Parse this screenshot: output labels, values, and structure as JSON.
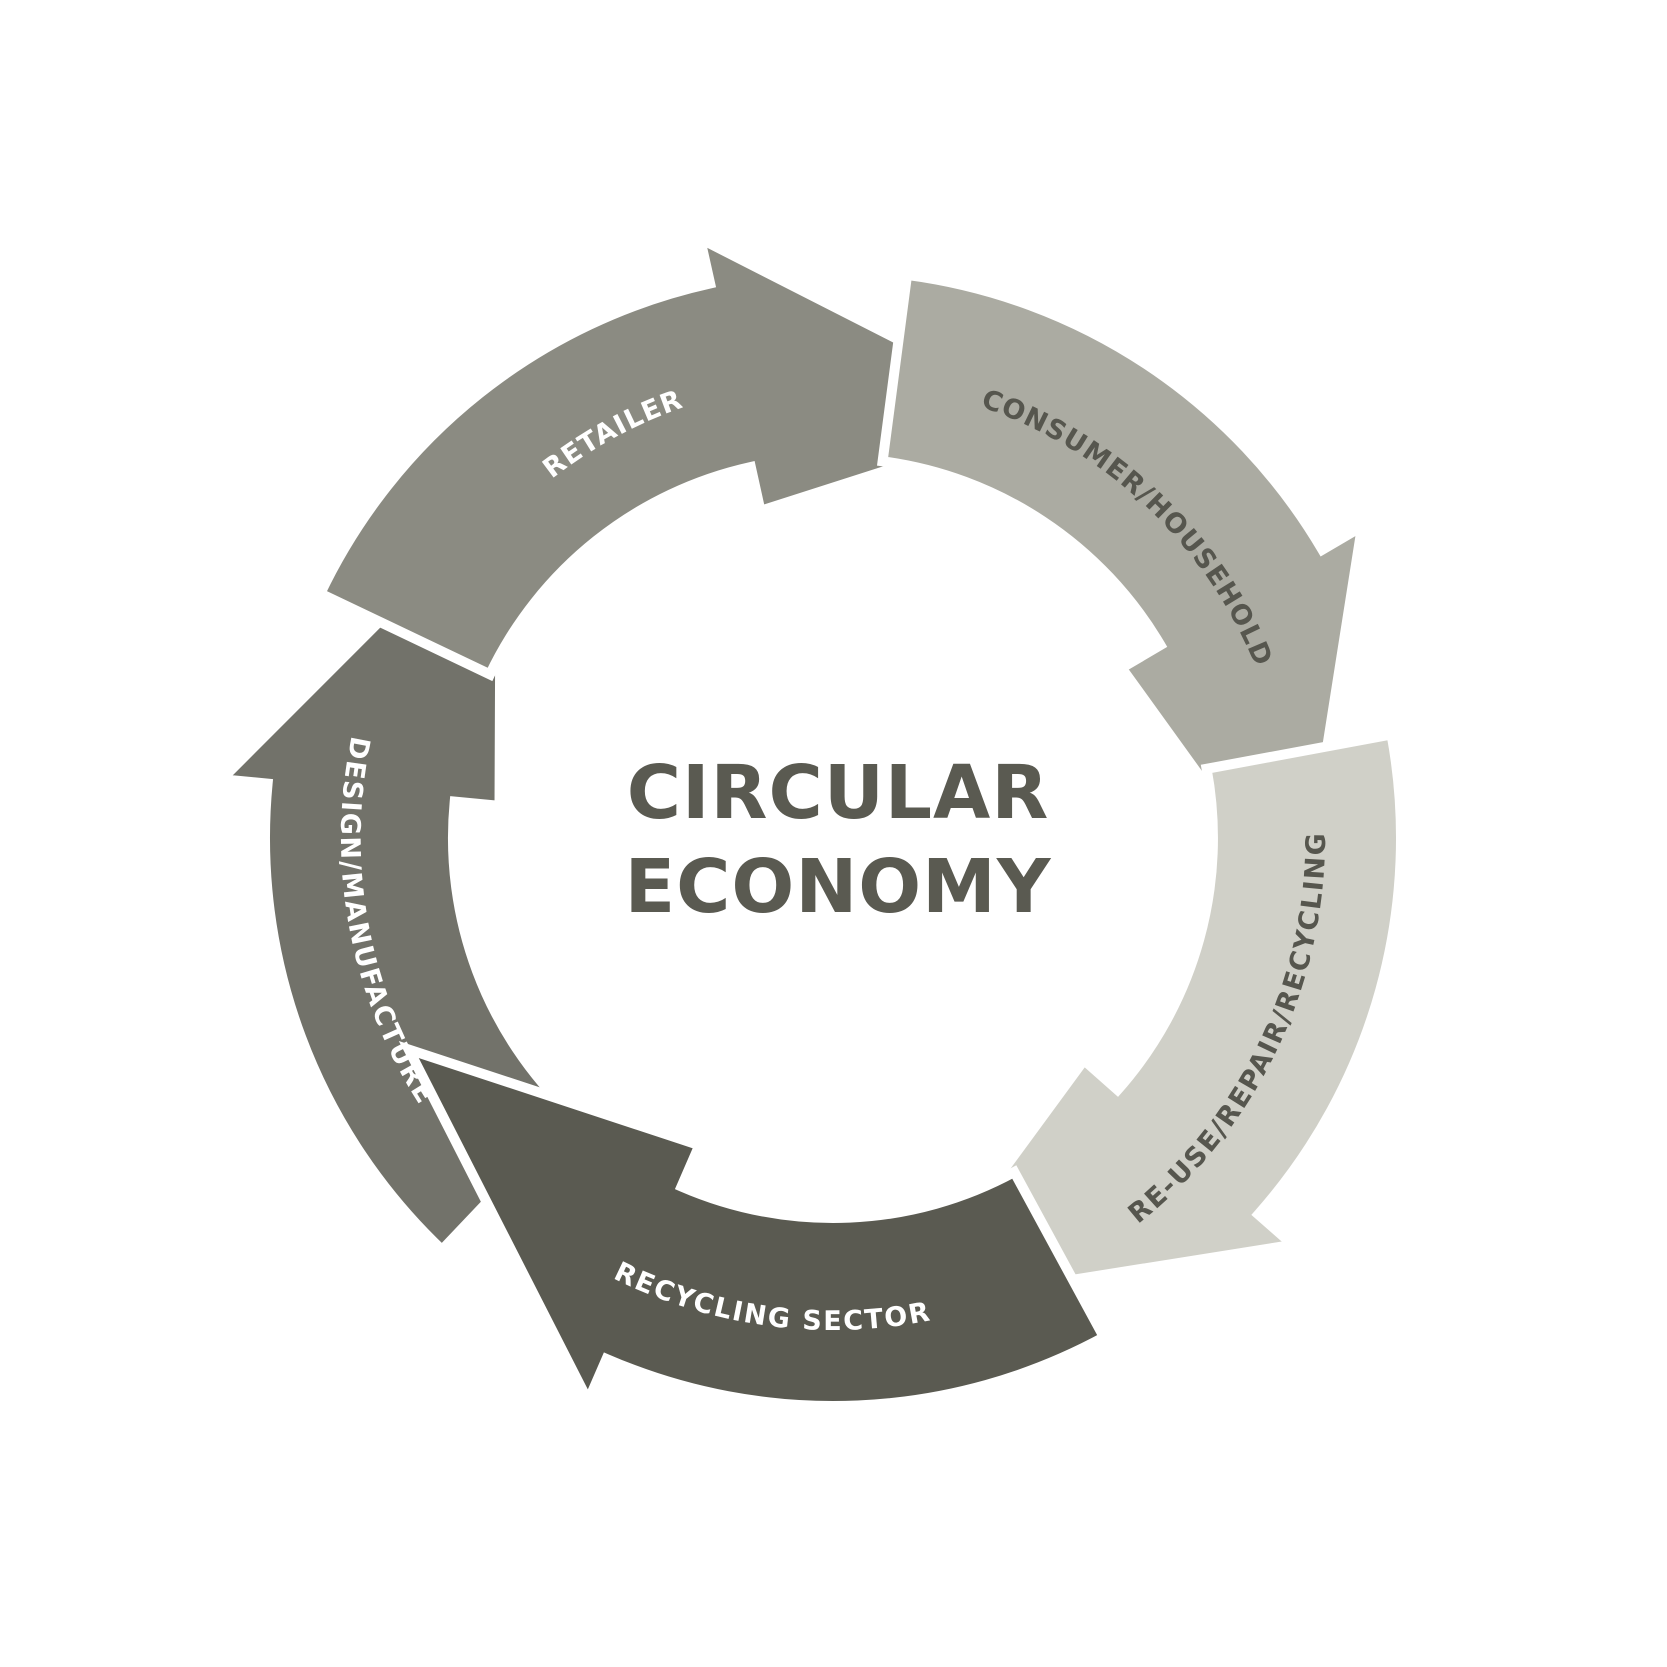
{
  "title": {
    "line1": "CIRCULAR",
    "line2": "ECONOMY",
    "color": "#5a5a51"
  },
  "stages": [
    {
      "id": "design",
      "label": "DESIGN/MANUFACTURE",
      "fill": "#72726a",
      "text_color": "#ffffff"
    },
    {
      "id": "retailer",
      "label": "RETAILER",
      "fill": "#8b8b82",
      "text_color": "#ffffff"
    },
    {
      "id": "consumer",
      "label": "CONSUMER/HOUSEHOLD",
      "fill": "#ababa2",
      "text_color": "#56564e"
    },
    {
      "id": "reuse",
      "label": "RE-USE/REPAIR/RECYCLING",
      "fill": "#d0d0c8",
      "text_color": "#56564e"
    },
    {
      "id": "recycling",
      "label": "RECYCLING SECTOR",
      "fill": "#5a5a51",
      "text_color": "#ffffff"
    }
  ]
}
